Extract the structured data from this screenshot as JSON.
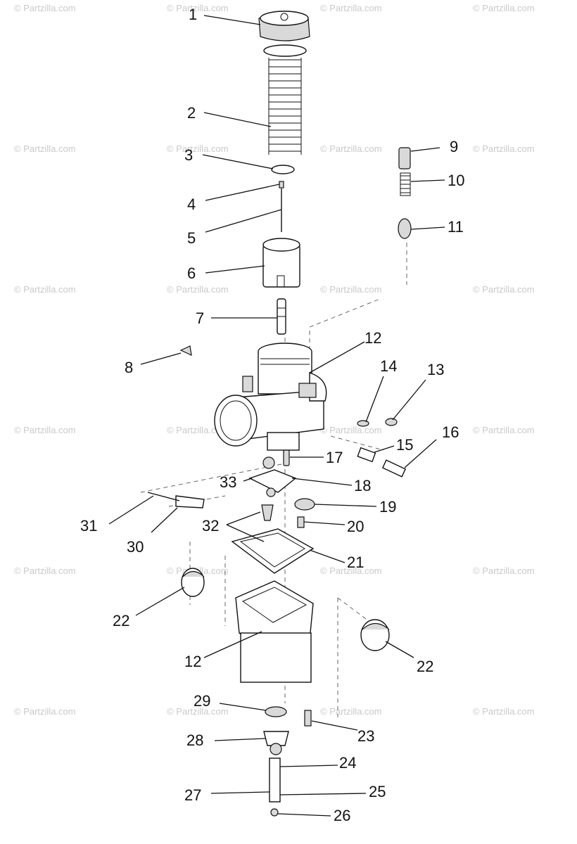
{
  "watermark": {
    "text": "© Partzilla.com"
  },
  "center_watermark": {
    "text": "© Partzilla.com"
  },
  "callouts": [
    {
      "id": "c1",
      "label": "1"
    },
    {
      "id": "c2",
      "label": "2"
    },
    {
      "id": "c3",
      "label": "3"
    },
    {
      "id": "c4",
      "label": "4"
    },
    {
      "id": "c5",
      "label": "5"
    },
    {
      "id": "c6",
      "label": "6"
    },
    {
      "id": "c7",
      "label": "7"
    },
    {
      "id": "c8",
      "label": "8"
    },
    {
      "id": "c9",
      "label": "9"
    },
    {
      "id": "c10",
      "label": "10"
    },
    {
      "id": "c11",
      "label": "11"
    },
    {
      "id": "c12a",
      "label": "12"
    },
    {
      "id": "c13",
      "label": "13"
    },
    {
      "id": "c14",
      "label": "14"
    },
    {
      "id": "c15",
      "label": "15"
    },
    {
      "id": "c16",
      "label": "16"
    },
    {
      "id": "c17",
      "label": "17"
    },
    {
      "id": "c18",
      "label": "18"
    },
    {
      "id": "c19",
      "label": "19"
    },
    {
      "id": "c20",
      "label": "20"
    },
    {
      "id": "c21",
      "label": "21"
    },
    {
      "id": "c22a",
      "label": "22"
    },
    {
      "id": "c22b",
      "label": "22"
    },
    {
      "id": "c12b",
      "label": "12"
    },
    {
      "id": "c23",
      "label": "23"
    },
    {
      "id": "c24",
      "label": "24"
    },
    {
      "id": "c25",
      "label": "25"
    },
    {
      "id": "c26",
      "label": "26"
    },
    {
      "id": "c27",
      "label": "27"
    },
    {
      "id": "c28",
      "label": "28"
    },
    {
      "id": "c29",
      "label": "29"
    },
    {
      "id": "c30",
      "label": "30"
    },
    {
      "id": "c31",
      "label": "31"
    },
    {
      "id": "c32",
      "label": "32"
    },
    {
      "id": "c33",
      "label": "33"
    }
  ]
}
